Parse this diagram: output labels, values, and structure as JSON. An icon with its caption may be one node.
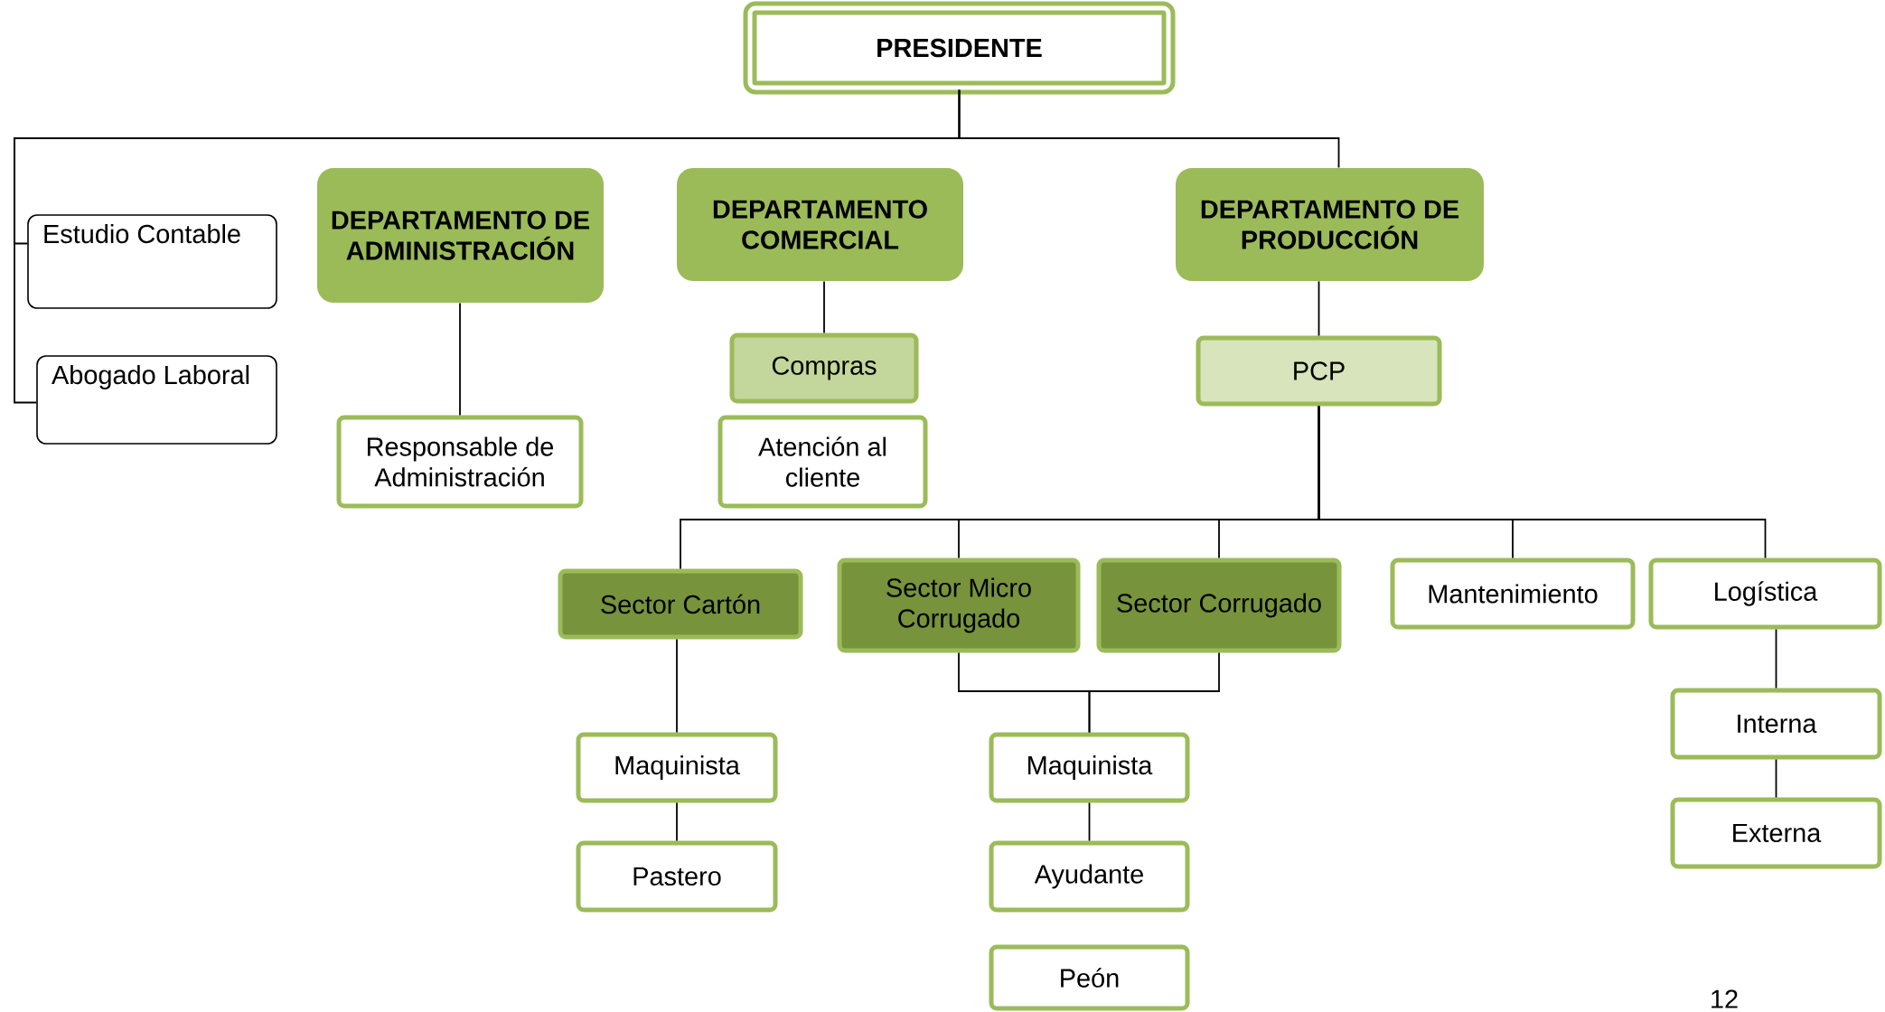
{
  "diagram": {
    "nodes": [
      {
        "text": [
          "PRESIDENTE"
        ]
      },
      {
        "text": [
          "Estudio Contable"
        ]
      },
      {
        "text": [
          "Abogado Laboral"
        ]
      },
      {
        "text": [
          "DEPARTAMENTO DE ADMINISTRACIÓN"
        ]
      },
      {
        "text": [
          "DEPARTAMENTO COMERCIAL"
        ]
      },
      {
        "text": [
          "DEPARTAMENTO DE PRODUCCIÓN"
        ]
      },
      {
        "text": [
          "Responsable de Administración"
        ]
      },
      {
        "text": [
          "Compras"
        ]
      },
      {
        "text": [
          "Atención al cliente"
        ]
      },
      {
        "text": [
          "PCP"
        ]
      },
      {
        "text": [
          "Sector Cartón"
        ]
      },
      {
        "text": [
          "Sector Micro Corrugado"
        ]
      },
      {
        "text": [
          "Sector Corrugado"
        ]
      },
      {
        "text": [
          "Mantenimiento"
        ]
      },
      {
        "text": [
          "Logística"
        ]
      },
      {
        "text": [
          "Interna"
        ]
      },
      {
        "text": [
          "Externa"
        ]
      },
      {
        "text": [
          "Maquinista"
        ]
      },
      {
        "text": [
          "Pastero"
        ]
      },
      {
        "text": [
          "Maquinista"
        ]
      },
      {
        "text": [
          "Ayudante"
        ]
      },
      {
        "text": [
          "Peón"
        ]
      }
    ],
    "edges": [
      {
        "from": 0,
        "to": 1,
        "arrow": "none"
      },
      {
        "from": 0,
        "to": 2,
        "arrow": "none"
      },
      {
        "from": 0,
        "to": 5,
        "arrow": "none"
      },
      {
        "from": 3,
        "to": 6,
        "arrow": "none"
      },
      {
        "from": 4,
        "to": 7,
        "arrow": "none"
      },
      {
        "from": 5,
        "to": 9,
        "arrow": "none"
      },
      {
        "from": 9,
        "to": 10,
        "arrow": "none"
      },
      {
        "from": 9,
        "to": 11,
        "arrow": "none"
      },
      {
        "from": 9,
        "to": 12,
        "arrow": "none"
      },
      {
        "from": 9,
        "to": 13,
        "arrow": "none"
      },
      {
        "from": 9,
        "to": 14,
        "arrow": "none"
      },
      {
        "from": 10,
        "to": 17,
        "arrow": "none"
      },
      {
        "from": 17,
        "to": 18,
        "arrow": "none"
      },
      {
        "from": 11,
        "to": 19,
        "arrow": "none"
      },
      {
        "from": 12,
        "to": 19,
        "arrow": "none"
      },
      {
        "from": 19,
        "to": 20,
        "arrow": "none"
      },
      {
        "from": 14,
        "to": 15,
        "arrow": "none"
      },
      {
        "from": 15,
        "to": 16,
        "arrow": "none"
      }
    ],
    "labels": [
      "12"
    ]
  }
}
